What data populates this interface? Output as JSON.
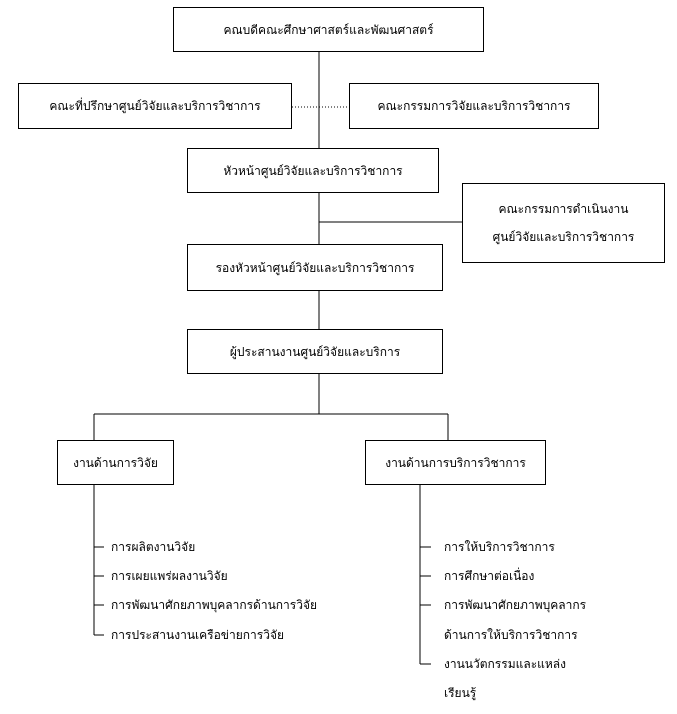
{
  "org_chart": {
    "dean": "คณบดีคณะศึกษาศาสตร์และพัฒนศาสตร์",
    "advisory_committee": "คณะที่ปรึกษาศูนย์วิจัยและบริการวิชาการ",
    "research_committee": "คณะกรรมการวิจัยและบริการวิชาการ",
    "center_head": "หัวหน้าศูนย์วิจัยและบริการวิชาการ",
    "operations_committee": [
      "คณะกรรมการดำเนินงาน",
      "ศูนย์วิจัยและบริการวิชาการ"
    ],
    "deputy_head": "รองหัวหน้าศูนย์วิจัยและบริการวิชาการ",
    "coordinator": "ผู้ประสานงานศูนย์วิจัยและบริการ",
    "research_unit": {
      "title": "งานด้านการวิจัย",
      "items": [
        "การผลิตงานวิจัย",
        "การเผยแพร่ผลงานวิจัย",
        "การพัฒนาศักยภาพบุคลากรด้านการวิจัย",
        "การประสานงานเครือข่ายการวิจัย"
      ]
    },
    "service_unit": {
      "title": "งานด้านการบริการวิชาการ",
      "items": [
        "การให้บริการวิชาการ",
        "การศึกษาต่อเนื่อง",
        [
          "การพัฒนาศักยภาพบุคลากร",
          "ด้านการให้บริการวิชาการ"
        ],
        [
          "งานนวัตกรรมและแหล่ง",
          "เรียนรู้"
        ]
      ]
    }
  }
}
